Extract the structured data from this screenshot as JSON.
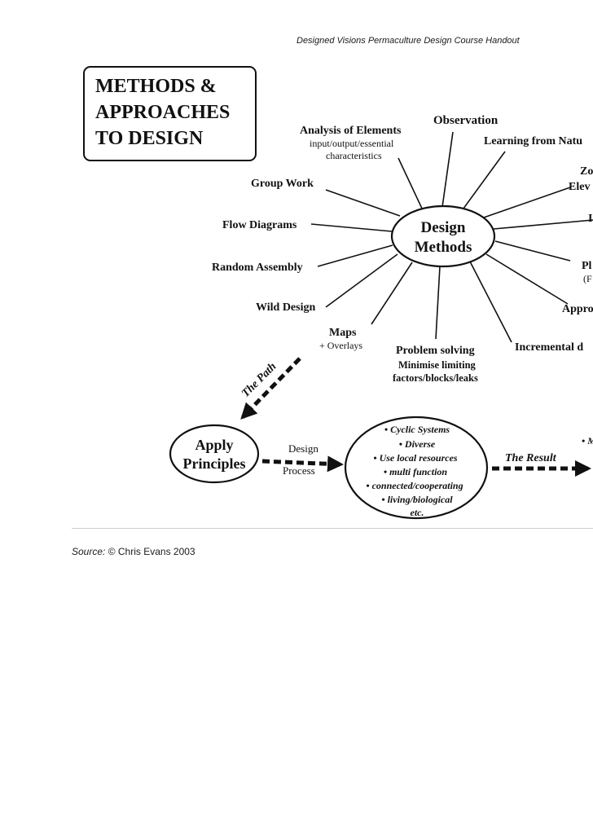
{
  "header": {
    "text": "Designed Visions Permaculture Design Course Handout"
  },
  "title_box": {
    "lines": [
      "METHODS &",
      "APPROACHES",
      "TO DESIGN"
    ]
  },
  "center": {
    "lines": [
      "Design",
      "Methods"
    ]
  },
  "methods": {
    "observation": "Observation",
    "analysis_title": "Analysis of Elements",
    "analysis_sub1": "input/output/essential",
    "analysis_sub2": "characteristics",
    "learning": "Learning from Natu",
    "zo": "Zo",
    "elev": "Elev",
    "i_frag": "I",
    "pl": "Pl",
    "p_frag": "(F",
    "appro": "Appro",
    "group_work": "Group Work",
    "flow_diagrams": "Flow Diagrams",
    "random_assembly": "Random Assembly",
    "wild_design": "Wild Design",
    "maps": "Maps",
    "overlays": "+ Overlays",
    "problem_solving": "Problem solving",
    "minimise1": "Minimise limiting",
    "minimise2": "factors/blocks/leaks",
    "incremental": "Incremental d"
  },
  "path_label": "The Path",
  "apply": {
    "lines": [
      "Apply",
      "Principles"
    ]
  },
  "design_process": {
    "design": "Design",
    "process": "Process"
  },
  "principles": {
    "items": [
      "• Cyclic Systems",
      "• Diverse",
      "• Use local resources",
      "• multi function",
      "• connected/cooperating",
      "• living/biological",
      "etc."
    ]
  },
  "result_label": "The Result",
  "right_bullet": "• M",
  "source": {
    "label": "Source:",
    "text": "© Chris Evans 2003"
  }
}
